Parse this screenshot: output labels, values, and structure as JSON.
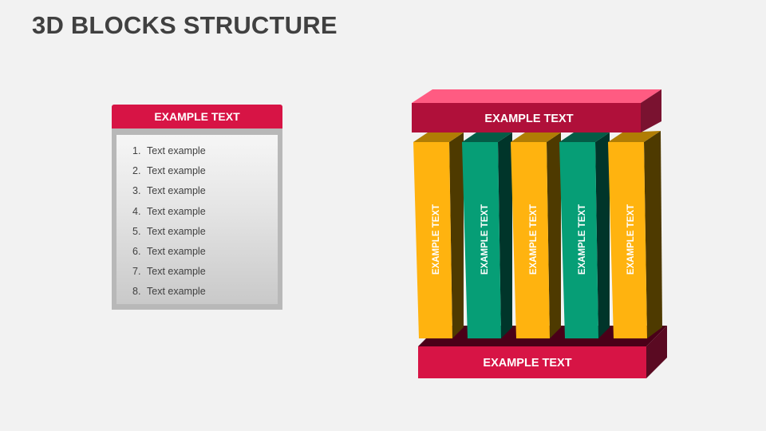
{
  "title": "3D BLOCKS STRUCTURE",
  "list_panel": {
    "header": "EXAMPLE TEXT",
    "items": [
      {
        "num": "1.",
        "text": "Text example"
      },
      {
        "num": "2.",
        "text": "Text example"
      },
      {
        "num": "3.",
        "text": "Text example"
      },
      {
        "num": "4.",
        "text": "Text example"
      },
      {
        "num": "5.",
        "text": "Text example"
      },
      {
        "num": "6.",
        "text": "Text example"
      },
      {
        "num": "7.",
        "text": "Text example"
      },
      {
        "num": "8.",
        "text": "Text example"
      }
    ]
  },
  "structure": {
    "top_beam": {
      "label": "EXAMPLE TEXT",
      "color": "#b0103a"
    },
    "bottom_beam": {
      "label": "EXAMPLE TEXT",
      "color": "#d71445"
    },
    "columns": [
      {
        "label": "EXAMPLE TEXT",
        "color": "#ffb30f"
      },
      {
        "label": "EXAMPLE TEXT",
        "color": "#069e76"
      },
      {
        "label": "EXAMPLE TEXT",
        "color": "#ffb30f"
      },
      {
        "label": "EXAMPLE TEXT",
        "color": "#069e76"
      },
      {
        "label": "EXAMPLE TEXT",
        "color": "#ffb30f"
      }
    ]
  }
}
